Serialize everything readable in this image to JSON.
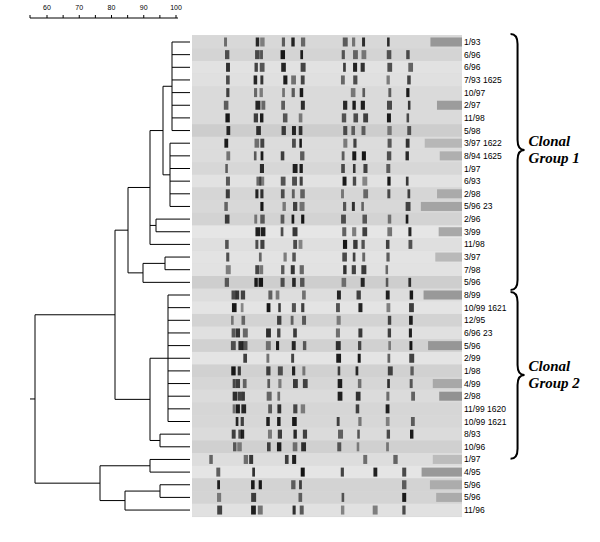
{
  "diagram": {
    "labels": [
      "60",
      "70",
      "80",
      "90",
      "100",
      "1/93",
      "6/96",
      "6/96",
      "7/93 1625",
      "10/97",
      "2/97",
      "11/98",
      "5/98",
      "3/97 1622",
      "8/94 1625",
      "1/97",
      "6/93",
      "2/98",
      "5/96 23",
      "2/96",
      "3/99",
      "11/98",
      "3/97",
      "7/98",
      "5/96",
      "8/99",
      "10/99 1621",
      "12/95",
      "6/96 23",
      "5/96",
      "2/99",
      "1/98",
      "4/99",
      "2/98",
      "11/99 1620",
      "10/99 1621",
      "8/93",
      "10/96",
      "1/97",
      "4/95",
      "5/96",
      "5/96",
      "11/96",
      "Clonal Group 1",
      "Clonal Group 2"
    ]
  }
}
